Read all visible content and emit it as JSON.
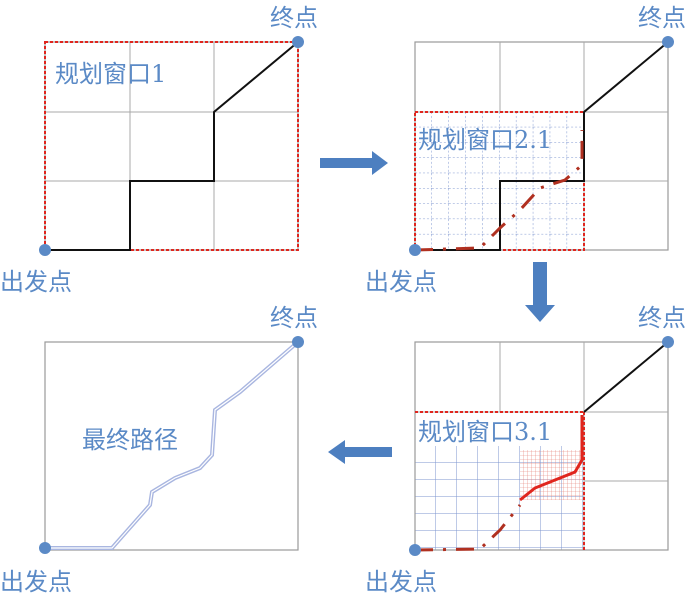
{
  "labels": {
    "end": "终点",
    "start": "出发点",
    "window1": "规划窗口1",
    "window2": "规划窗口2.1",
    "window3": "规划窗口3.1",
    "final_path": "最终路径"
  },
  "colors": {
    "label": "#5b8ac6",
    "window_border": "#e0261e",
    "coarse_path": "#111111",
    "refined_path": "#b03020",
    "final_path": "#a9b6e0"
  }
}
